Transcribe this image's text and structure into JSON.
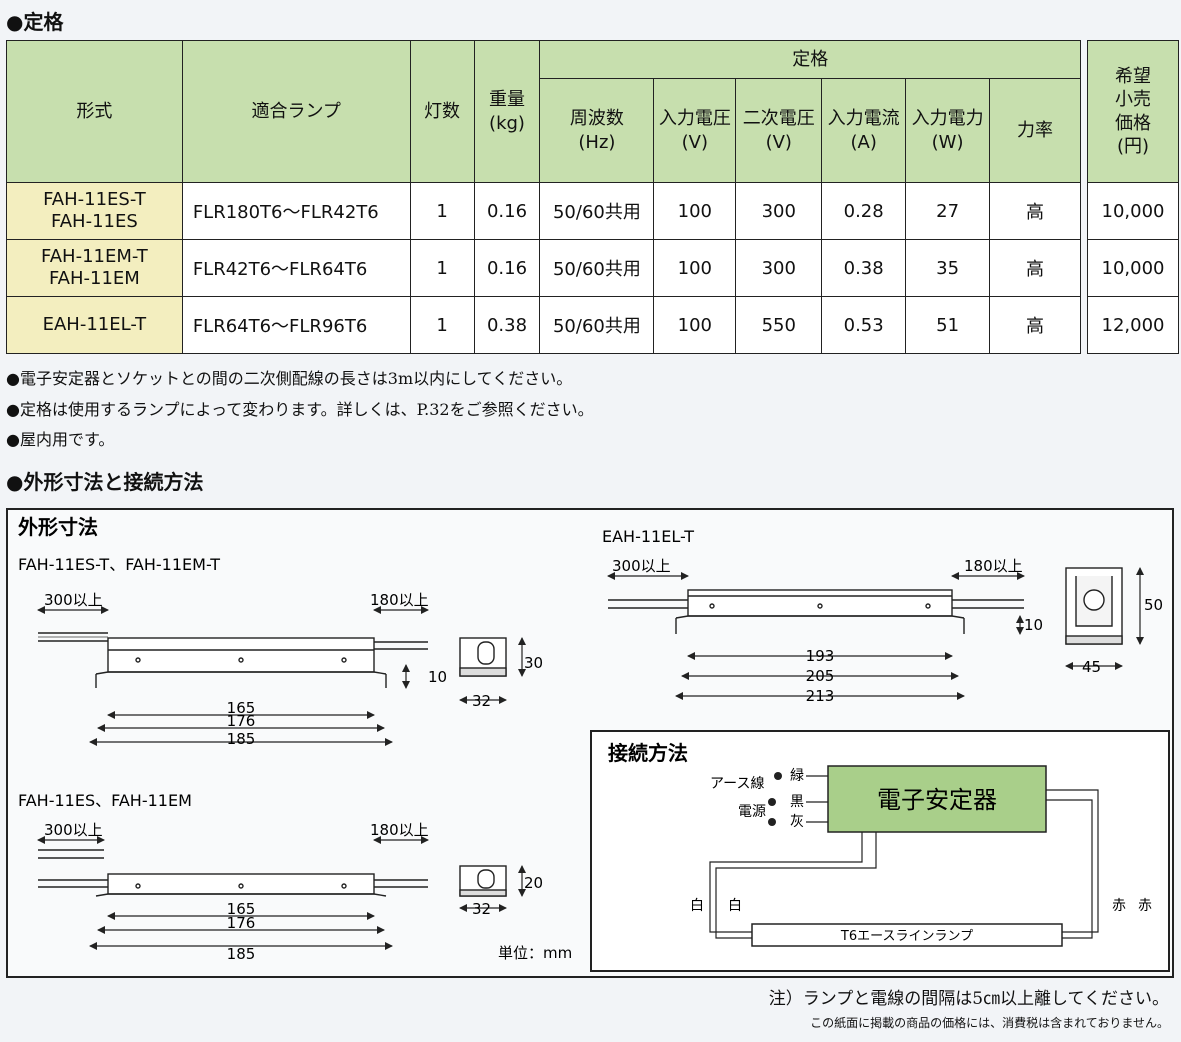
{
  "spec_heading": "●定格",
  "table": {
    "headers": {
      "model": "形式",
      "lamp": "適合ランプ",
      "lamps_count": "灯数",
      "weight": "重量\n(kg)",
      "rating_group": "定格",
      "frequency": "周波数\n(Hz)",
      "input_voltage": "入力電圧\n(V)",
      "secondary_voltage": "二次電圧\n(V)",
      "input_current": "入力電流\n(A)",
      "input_power": "入力電力\n(W)",
      "power_factor": "力率",
      "price": "希望\n小売\n価格\n(円)"
    },
    "rows": [
      {
        "model": "FAH-11ES-T\nFAH-11ES",
        "lamp": "FLR180T6～FLR42T6",
        "count": "1",
        "weight": "0.16",
        "freq": "50/60共用",
        "vin": "100",
        "v2": "300",
        "iin": "0.28",
        "pin": "27",
        "pf": "高",
        "price": "10,000"
      },
      {
        "model": "FAH-11EM-T\nFAH-11EM",
        "lamp": "FLR42T6～FLR64T6",
        "count": "1",
        "weight": "0.16",
        "freq": "50/60共用",
        "vin": "100",
        "v2": "300",
        "iin": "0.38",
        "pin": "35",
        "pf": "高",
        "price": "10,000"
      },
      {
        "model": "EAH-11EL-T",
        "lamp": "FLR64T6～FLR96T6",
        "count": "1",
        "weight": "0.38",
        "freq": "50/60共用",
        "vin": "100",
        "v2": "550",
        "iin": "0.53",
        "pin": "51",
        "pf": "高",
        "price": "12,000"
      }
    ]
  },
  "notes": [
    "●電子安定器とソケットとの間の二次側配線の長さは3m以内にしてください。",
    "●定格は使用するランプによって変わります。詳しくは、P.32をご参照ください。",
    "●屋内用です。"
  ],
  "dim_heading": "●外形寸法と接続方法",
  "dimensions": {
    "title": "外形寸法",
    "group1_label": "FAH-11ES-T、FAH-11EM-T",
    "group2_label": "FAH-11ES、FAH-11EM",
    "group3_label": "EAH-11EL-T",
    "g1": {
      "left_lead": "300以上",
      "right_lead": "180以上",
      "d1": "165",
      "d2": "176",
      "d3": "185",
      "height": "10",
      "end_h": "30",
      "end_w": "32"
    },
    "g2": {
      "left_lead": "300以上",
      "right_lead": "180以上",
      "d1": "165",
      "d2": "176",
      "d3": "185",
      "end_h": "20",
      "end_w": "32",
      "unit": "単位：mm"
    },
    "g3": {
      "left_lead": "300以上",
      "right_lead": "180以上",
      "d1": "193",
      "d2": "205",
      "d3": "213",
      "height": "10",
      "end_h": "50",
      "end_w": "45"
    }
  },
  "connection": {
    "title": "接続方法",
    "earth": "アース線",
    "power": "電源",
    "green": "緑",
    "black": "黒",
    "gray": "灰",
    "ballast": "電子安定器",
    "white1": "白",
    "white2": "白",
    "red1": "赤",
    "red2": "赤",
    "lamp": "T6エースラインランプ"
  },
  "footnote": "注）ランプと電線の間隔は5㎝以上離してください。",
  "tax_note": "この紙面に掲載の商品の価格には、消費税は含まれておりません。"
}
